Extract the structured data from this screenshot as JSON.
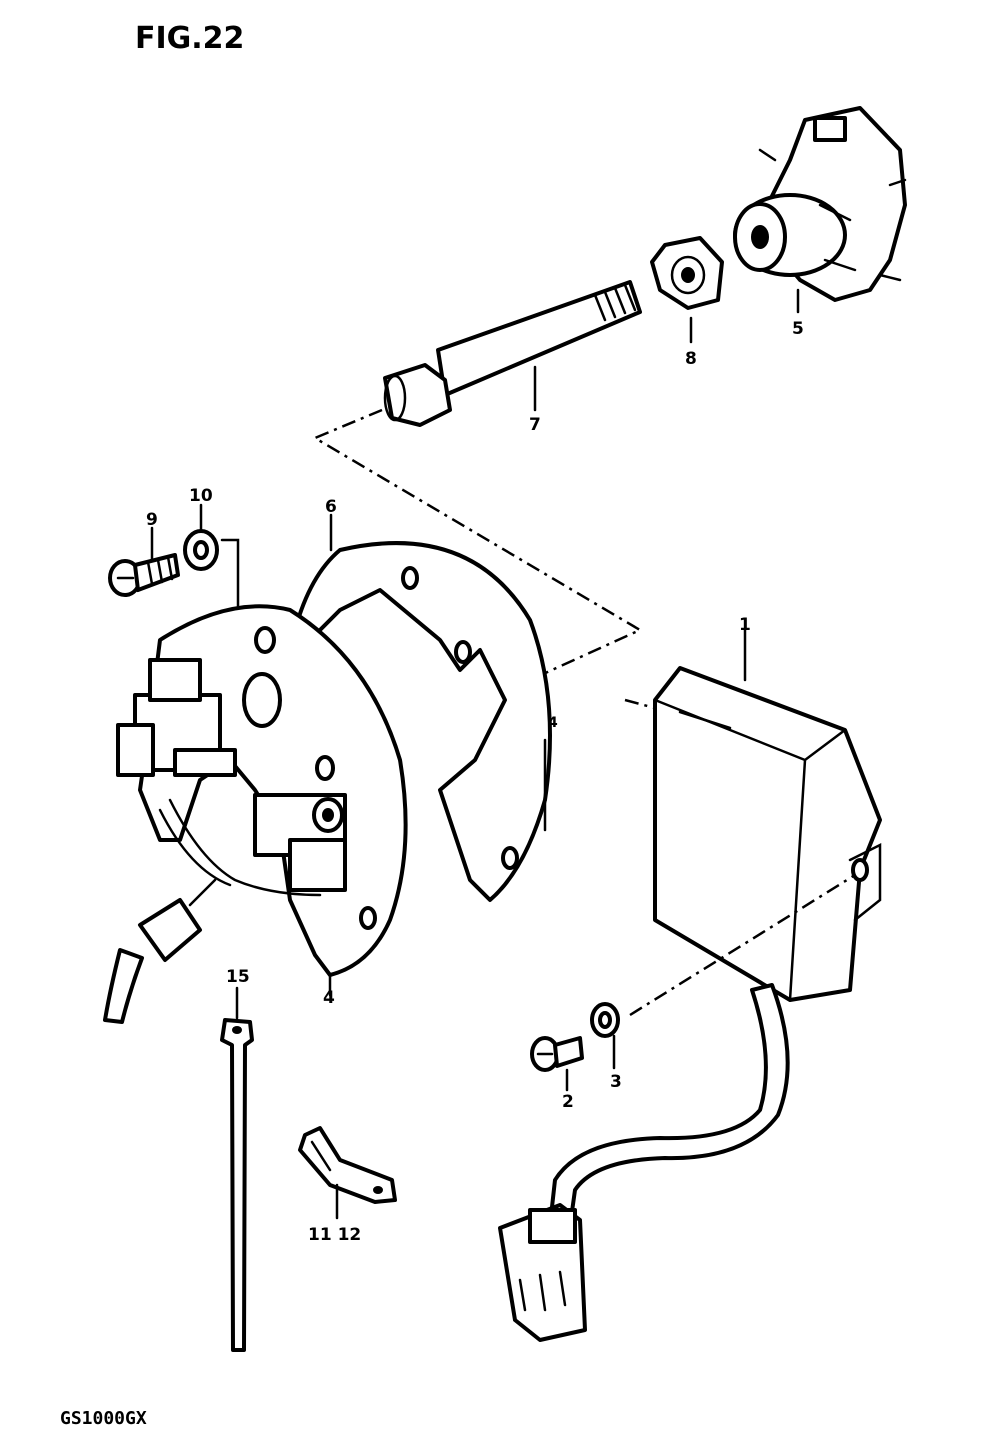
{
  "figure": {
    "title": "FIG.22",
    "model_code": "GS1000GX"
  },
  "callouts": [
    {
      "id": "c1",
      "text": "1"
    },
    {
      "id": "c2",
      "text": "2"
    },
    {
      "id": "c3",
      "text": "3"
    },
    {
      "id": "c4a",
      "text": "4"
    },
    {
      "id": "c4b",
      "text": "4"
    },
    {
      "id": "c5",
      "text": "5"
    },
    {
      "id": "c6",
      "text": "6"
    },
    {
      "id": "c7",
      "text": "7"
    },
    {
      "id": "c8",
      "text": "8"
    },
    {
      "id": "c9",
      "text": "9"
    },
    {
      "id": "c10",
      "text": "10"
    },
    {
      "id": "c1112",
      "text": "11 12"
    },
    {
      "id": "c15",
      "text": "15"
    }
  ]
}
